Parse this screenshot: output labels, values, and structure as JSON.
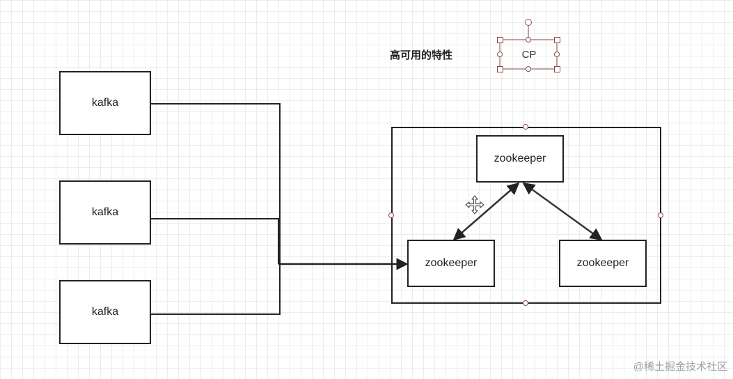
{
  "diagram": {
    "title": "高可用的特性",
    "cp_label": "CP",
    "kafka_nodes": [
      {
        "label": "kafka"
      },
      {
        "label": "kafka"
      },
      {
        "label": "kafka"
      }
    ],
    "zookeeper_nodes": [
      {
        "label": "zookeeper"
      },
      {
        "label": "zookeeper"
      },
      {
        "label": "zookeeper"
      }
    ],
    "watermark": "@稀土掘金技术社区"
  },
  "colors": {
    "line": "#222222",
    "handle": "#8a4a4a",
    "grid": "#ececec"
  }
}
